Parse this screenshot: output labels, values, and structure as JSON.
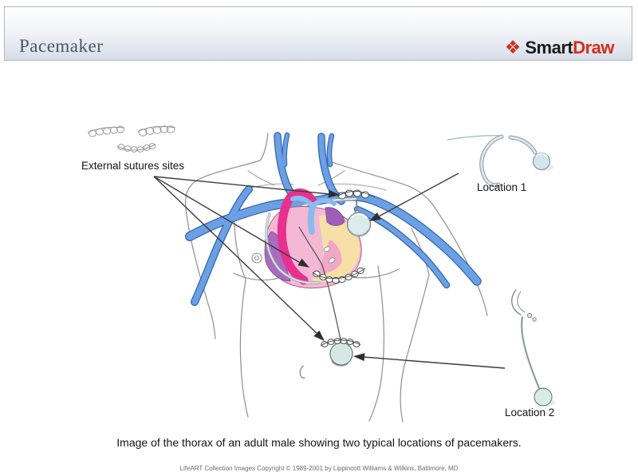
{
  "header": {
    "title": "Pacemaker",
    "logo": {
      "icon": "❖",
      "smart": "Smart",
      "draw": "Draw"
    }
  },
  "diagram": {
    "label_sutures": "External sutures sites",
    "label_location1": "Location 1",
    "label_location2": "Location 2"
  },
  "caption": "Image of the thorax of an adult male showing two typical locations of pacemakers.",
  "footer": "LifeART Collection Images Copyright © 1989-2001 by Lippincott Williams & Wilkins, Baltimore, MD",
  "colors": {
    "header-top": "#ffffff",
    "header-bottom": "#d7dee9",
    "header-border": "#b2b5ba",
    "title-color": "#4b5663",
    "logo-red": "#d3301f",
    "logo-dark": "#1c1c1c",
    "label-color": "#141414",
    "caption-color": "#141414",
    "footer-color": "#6e6e6e",
    "vein-fill": "#6ba0e4",
    "vein-outline": "#3465ae",
    "heart-pink": "#f5b8d4",
    "aorta-magenta": "#e8308f",
    "pulmonary-blue": "#8abaee",
    "atrium-purple": "#9d5fb5",
    "fat-yellow": "#f6e0a8",
    "device-fill": "#d9e8e9",
    "body-outline": "#8f8f8f",
    "arrow-color": "#2e2e2e"
  }
}
